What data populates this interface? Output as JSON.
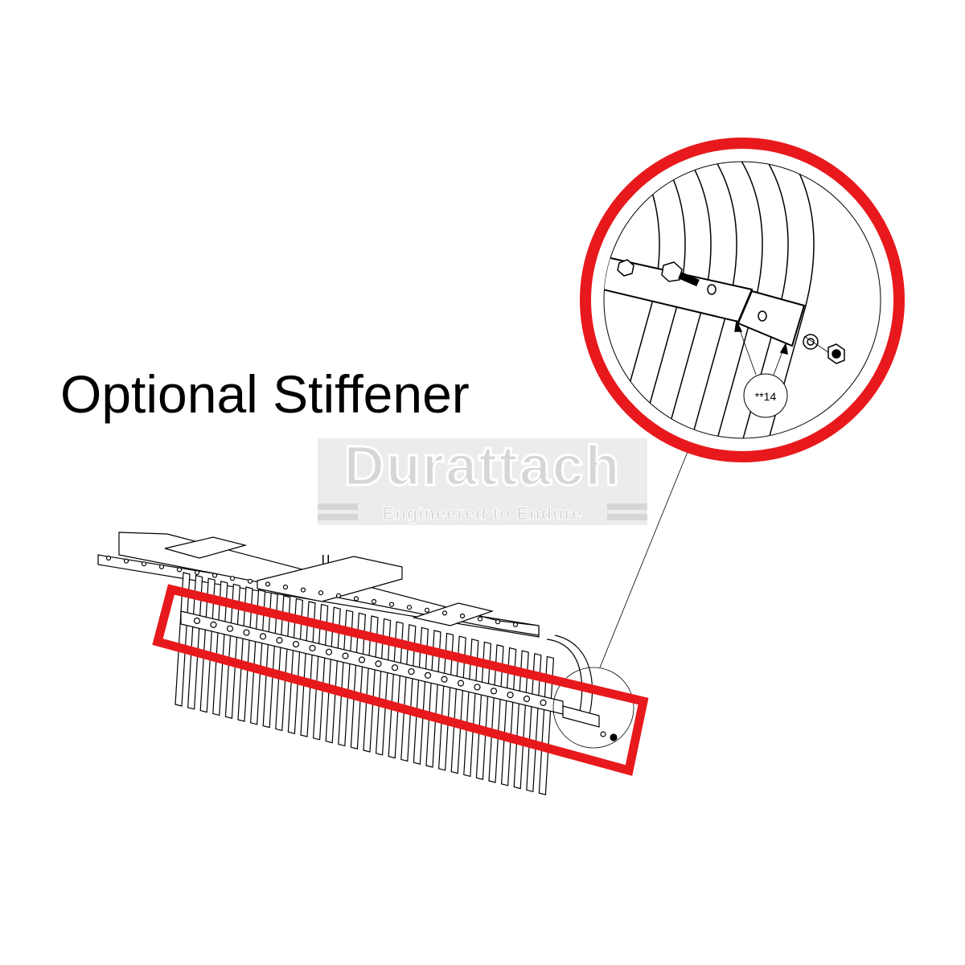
{
  "title": "Optional Stiffener",
  "watermark": {
    "brand": "Durattach",
    "tagline": "Engineered to Endure"
  },
  "callout": {
    "label": "**14"
  },
  "colors": {
    "highlight": "#e8191c",
    "line": "#000000",
    "watermark": "#d6d6d6"
  }
}
